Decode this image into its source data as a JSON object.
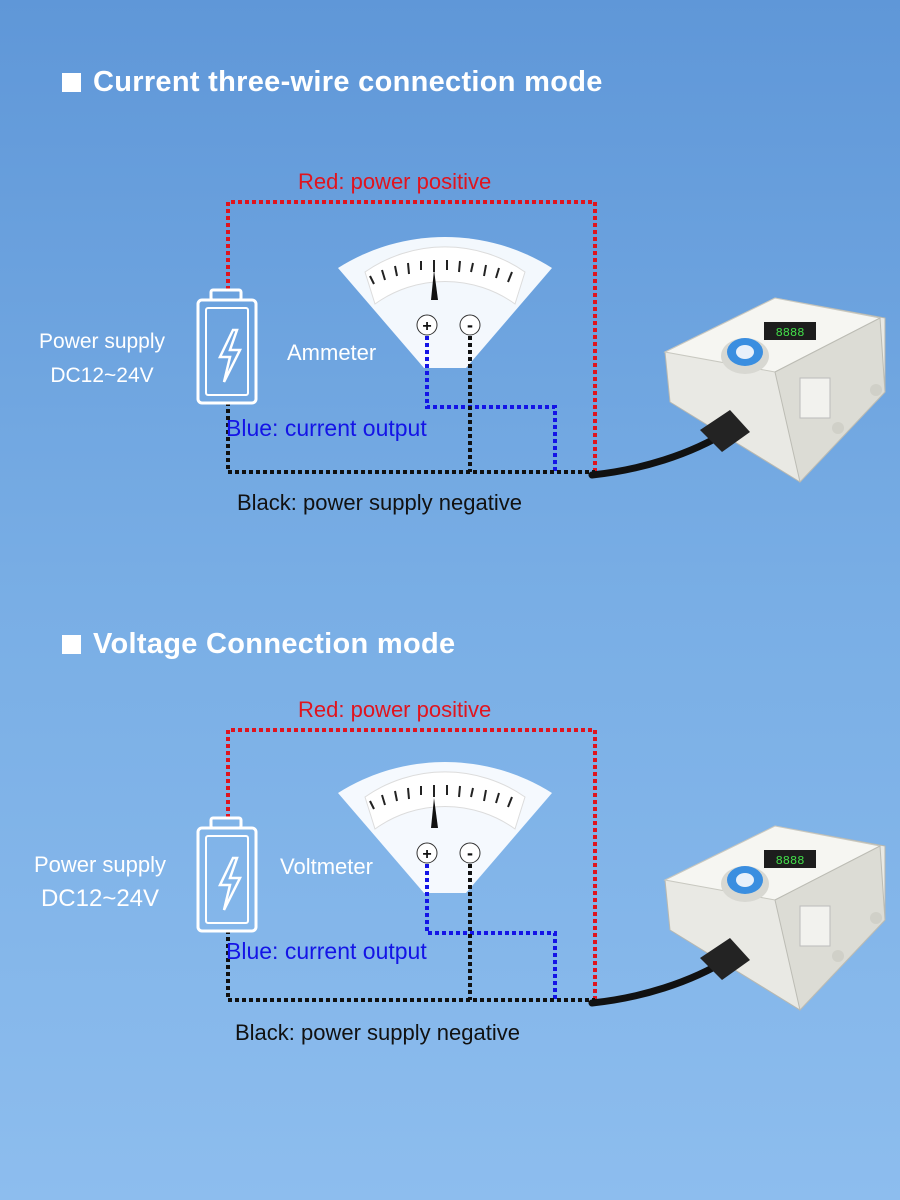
{
  "sections": [
    {
      "title": "Current three-wire connection mode",
      "red_label": "Red: power positive",
      "blue_label": "Blue: current output",
      "black_label": "Black: power supply negative",
      "meter_label": "Ammeter",
      "psu_line1": "Power supply",
      "psu_line2": "DC12~24V"
    },
    {
      "title": "Voltage Connection mode",
      "red_label": "Red: power positive",
      "blue_label": "Blue: current output",
      "black_label": "Black: power supply negative",
      "meter_label": "Voltmeter",
      "psu_line1": "Power supply",
      "psu_line2": "DC12~24V"
    }
  ],
  "meter_terminals": {
    "plus": "+",
    "minus": "-"
  },
  "wire_colors": {
    "positive": "#e0141e",
    "output": "#1414e6",
    "negative": "#111111"
  },
  "icons": [
    "square-bullet-icon",
    "battery-icon",
    "lightning-bolt-icon",
    "meter-dial-icon",
    "sensor-device-icon"
  ]
}
